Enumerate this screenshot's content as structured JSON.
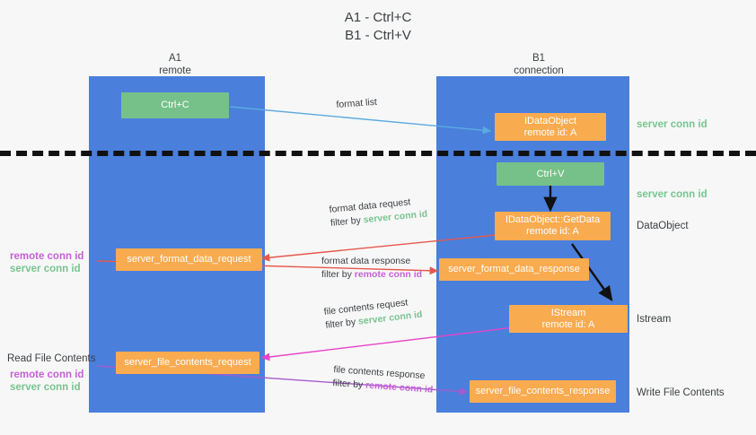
{
  "title": "A1 - Ctrl+C\nB1 - Ctrl+V",
  "columns": [
    {
      "name": "A1",
      "sub": "remote"
    },
    {
      "name": "B1",
      "sub": "connection"
    }
  ],
  "nodes": {
    "ctrl_c": {
      "line1": "Ctrl+C",
      "line2": ""
    },
    "idataobject": {
      "line1": "࿼⑰IDataObject",
      "line2": "remote id: A"
    },
    "ctrl_v": {
      "line1": "Ctrl+V",
      "line2": ""
    },
    "getdata": {
      "line1": "IDataObject::GetData",
      "line2": "remote id: A"
    },
    "server_format_data_request": {
      "line1": "server_format_data_request",
      "line2": ""
    },
    "server_format_data_response": {
      "line1": "server_format_data_response",
      "line2": ""
    },
    "istream": {
      "line1": "IStream",
      "line2": "remote id: A"
    },
    "server_file_contents_request": {
      "line1": "server_file_contents_request",
      "line2": ""
    },
    "server_file_contents_response": {
      "line1": "server_file_contents_response",
      "line2": ""
    }
  },
  "right_labels": {
    "server_conn_id_1": "server conn id",
    "server_conn_id_2": "server conn id",
    "dataobject": "DataObject",
    "istream": "Istream",
    "write_file_contents": "Write File Contents"
  },
  "left_labels": {
    "remote_conn_id_1": "remote conn id",
    "server_conn_id_1": "server conn id",
    "read_file_contents": "Read File Contents",
    "remote_conn_id_2": "remote conn id",
    "server_conn_id_2": "server conn id"
  },
  "edges": {
    "format_list": "format list",
    "format_data_request": "format data request",
    "format_data_request_filter_prefix": "filter by ",
    "format_data_request_filter_value": "server conn id",
    "format_data_response": "format data response",
    "format_data_response_filter_prefix": "filter by ",
    "format_data_response_filter_value": "remote conn id",
    "file_contents_request": "file contents request",
    "file_contents_request_filter_prefix": "filter by ",
    "file_contents_request_filter_value": "server conn id",
    "file_contents_response": "file contents response",
    "file_contents_response_filter_prefix": "filter by ",
    "file_contents_response_filter_value": "remote conn id"
  },
  "colors": {
    "lane": "#4a7fdc",
    "green_node": "#76c189",
    "orange_node": "#f9ab50",
    "blue_arrow": "#5aabe0",
    "red_arrow": "#e8584c",
    "magenta_arrow": "#e843c8",
    "purple_arrow": "#a35bd0",
    "black_arrow": "#111111",
    "green_text": "#79c490",
    "purple_text": "#c760d8",
    "background": "#f7f7f7"
  }
}
